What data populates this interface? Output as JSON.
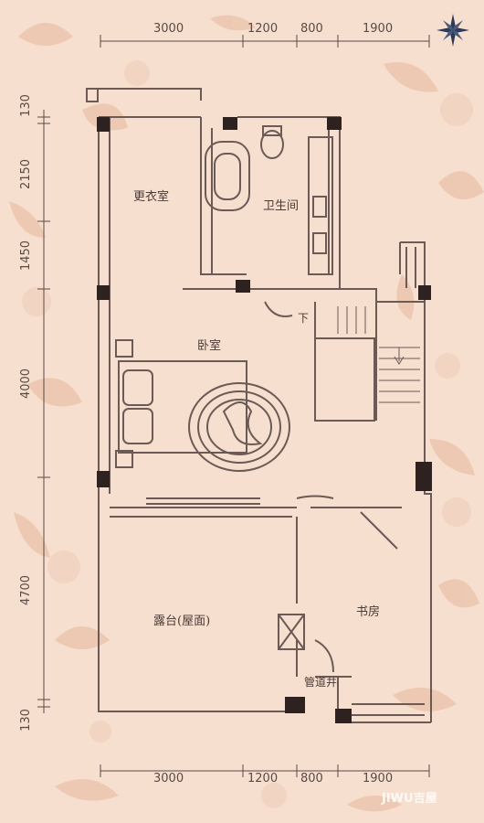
{
  "dimensions": {
    "top": [
      "3000",
      "1200",
      "800",
      "1900"
    ],
    "bottom": [
      "3000",
      "1200",
      "800",
      "1900"
    ],
    "left": [
      "130",
      "2150",
      "1450",
      "4000",
      "4700",
      "130"
    ]
  },
  "rooms": {
    "dressing_room": "更衣室",
    "bathroom": "卫生间",
    "bedroom": "卧室",
    "terrace": "露台(屋面)",
    "study": "书房",
    "shaft": "管道井",
    "stair_down": "下"
  },
  "watermark": "JIWU吉屋",
  "colors": {
    "background": "#f6dfcf",
    "pattern": "#ebc4ad",
    "wall": "#6b5a55",
    "column": "#2e2220"
  }
}
